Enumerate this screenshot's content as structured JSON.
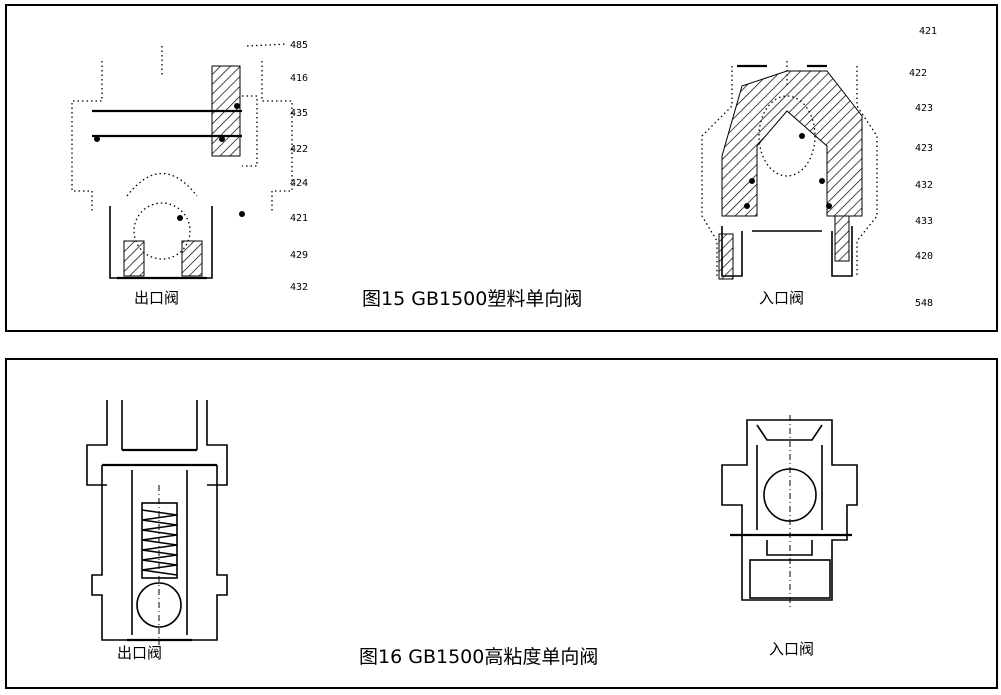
{
  "figure15": {
    "caption": "图15 GB1500塑料单向阀",
    "outlet_label": "出口阀",
    "inlet_label": "入口阀",
    "outlet_callouts": [
      "485",
      "416",
      "435",
      "422",
      "424",
      "421",
      "429",
      "432"
    ],
    "inlet_callouts": [
      "421",
      "422",
      "423",
      "423",
      "432",
      "433",
      "420",
      "548"
    ]
  },
  "figure16": {
    "caption": "图16 GB1500高粘度单向阀",
    "outlet_label": "出口阀",
    "inlet_label": "入口阀"
  }
}
